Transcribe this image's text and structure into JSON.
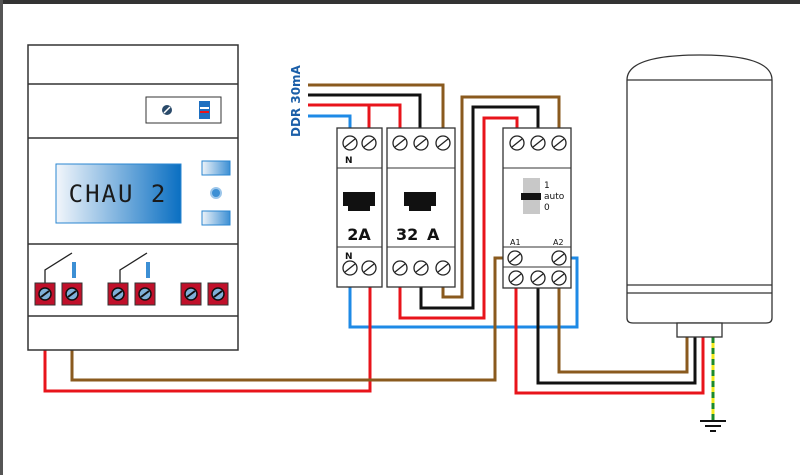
{
  "controller": {
    "display_text": "CHAU 2"
  },
  "supply": {
    "label": "DDR 30mA"
  },
  "breaker_small": {
    "neutral_top": "N",
    "neutral_bottom": "N",
    "rating": "2A"
  },
  "breaker_large": {
    "rating_number": "32",
    "rating_unit": "A"
  },
  "contactor": {
    "switch_pos_1": "1",
    "switch_pos_auto": "auto",
    "switch_pos_0": "0",
    "coil_a1": "A1",
    "coil_a2": "A2"
  },
  "colors": {
    "phase": "#e8141b",
    "neutral": "#1e8ae6",
    "brown": "#8a5a1e",
    "black": "#111111",
    "earth_green": "#1c8a2a",
    "earth_yellow": "#f2ea1c",
    "terminal_red": "#c0102a",
    "lcd_blue": "#0a6fc2"
  }
}
